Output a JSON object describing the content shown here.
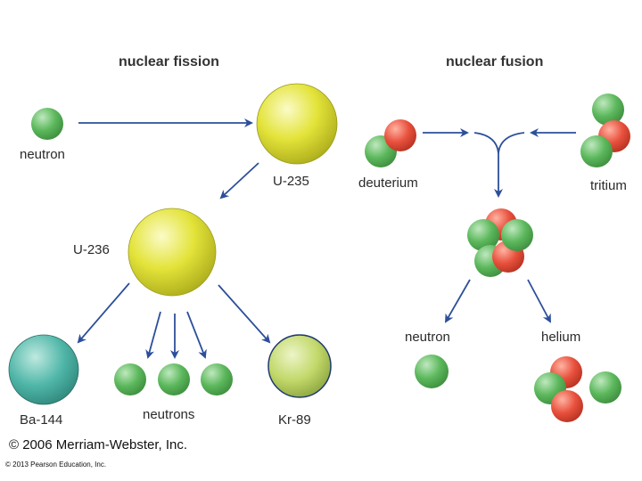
{
  "fission": {
    "title": "nuclear fission",
    "neutron": "neutron",
    "u235": "U-235",
    "u236": "U-236",
    "ba144": "Ba-144",
    "neutrons": "neutrons",
    "kr89": "Kr-89"
  },
  "fusion": {
    "title": "nuclear fusion",
    "deuterium": "deuterium",
    "tritium": "tritium",
    "neutron": "neutron",
    "helium": "helium"
  },
  "credits": {
    "merriam": "© 2006 Merriam-Webster, Inc.",
    "pearson": "© 2013 Pearson Education, Inc."
  },
  "colors": {
    "neutron": "#5cb85c",
    "proton": "#e8513d",
    "uranium": "#dede2e",
    "barium": "#4fb6a8",
    "krypton": "#c2d86a",
    "arrow": "#2c4f9a"
  }
}
